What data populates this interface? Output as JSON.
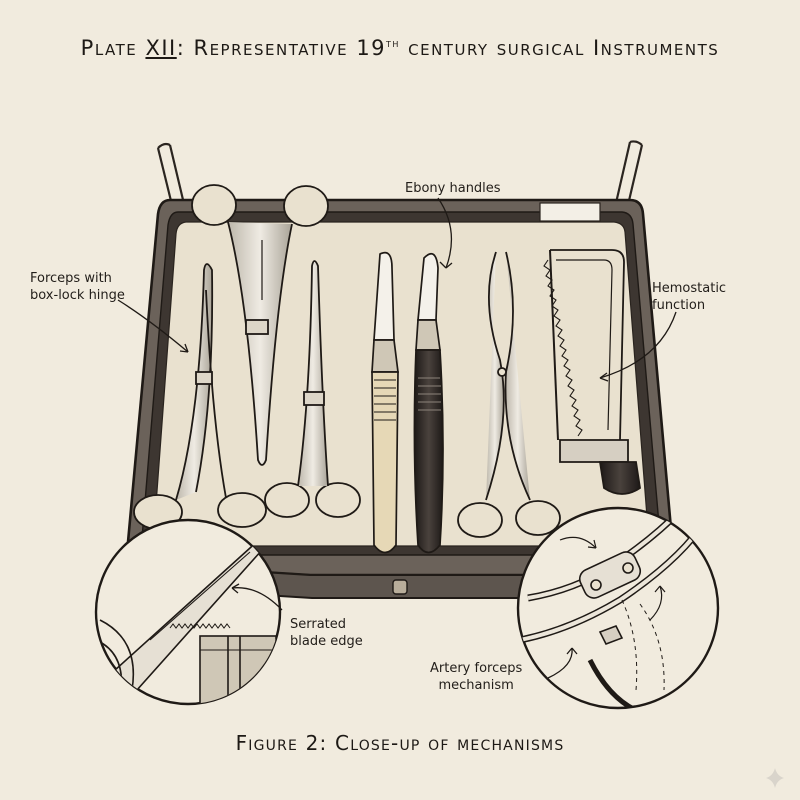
{
  "title": {
    "prefix": "Plate ",
    "numeral": "XII",
    "middle": ": Representative 19",
    "ordinal": "th",
    "suffix": " century surgical Instruments"
  },
  "labels": {
    "ebony": "Ebony handles",
    "forceps_line1": "Forceps with",
    "forceps_line2": "box-lock hinge",
    "hemostatic_line1": "Hemostatic",
    "hemostatic_line2": "function",
    "serrated_line1": "Serrated",
    "serrated_line2": "blade edge",
    "artery_line1": "Artery forceps",
    "artery_line2": "mechanism"
  },
  "caption": "Figure 2: Close-up of mechanisms",
  "colors": {
    "paper": "#f1ebde",
    "ink": "#1e1a16",
    "case_lining": "#e9e1cf",
    "ebony": "#2a2522",
    "ivory": "#e6d8b6"
  }
}
